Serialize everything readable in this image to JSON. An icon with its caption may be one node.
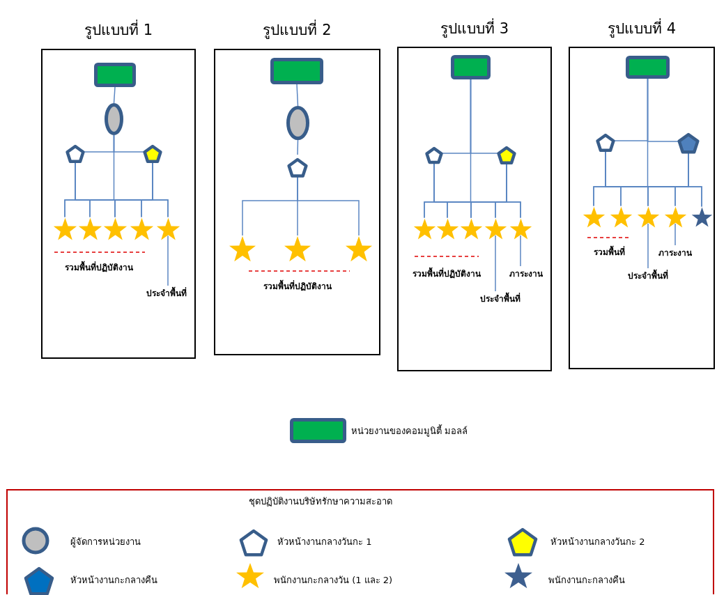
{
  "diagram": {
    "nodes": [
      {
        "text": [
          "รูปแบบที่ 1"
        ]
      },
      {
        "text": [],
        "shape": "box",
        "in": 0
      },
      {
        "text": [],
        "shape": "ellipse",
        "in": 0
      },
      {
        "text": [],
        "shape": "pentagon",
        "in": 0
      },
      {
        "text": [],
        "shape": "pentagon",
        "in": 0
      },
      {
        "text": [],
        "shape": "star",
        "in": 0
      },
      {
        "text": [],
        "shape": "star",
        "in": 0
      },
      {
        "text": [],
        "shape": "star",
        "in": 0
      },
      {
        "text": [],
        "shape": "star",
        "in": 0
      },
      {
        "text": [],
        "shape": "star",
        "in": 0
      },
      {
        "text": [
          "ประจำพื้นที่"
        ],
        "in": 0
      },
      {
        "text": [
          "รูปแบบที่ 2"
        ]
      },
      {
        "text": [],
        "shape": "box",
        "in": 11
      },
      {
        "text": [],
        "shape": "ellipse",
        "in": 11
      },
      {
        "text": [],
        "shape": "pentagon",
        "in": 11
      },
      {
        "text": [],
        "shape": "star",
        "in": 11
      },
      {
        "text": [],
        "shape": "star",
        "in": 11
      },
      {
        "text": [],
        "shape": "star",
        "in": 11
      },
      {
        "text": [
          "รูปแบบที่ 3"
        ]
      },
      {
        "text": [],
        "shape": "box",
        "in": 18
      },
      {
        "text": [],
        "shape": "pentagon",
        "in": 18
      },
      {
        "text": [],
        "shape": "pentagon",
        "in": 18
      },
      {
        "text": [],
        "shape": "star",
        "in": 18
      },
      {
        "text": [],
        "shape": "star",
        "in": 18
      },
      {
        "text": [],
        "shape": "star",
        "in": 18
      },
      {
        "text": [],
        "shape": "star",
        "in": 18
      },
      {
        "text": [],
        "shape": "star",
        "in": 18
      },
      {
        "text": [
          "ประจำพื้นที่"
        ],
        "in": 18
      },
      {
        "text": [
          "ภาระงาน"
        ],
        "in": 18
      },
      {
        "text": [
          "รูปแบบที่ 4"
        ]
      },
      {
        "text": [],
        "shape": "box",
        "in": 29
      },
      {
        "text": [],
        "shape": "pentagon",
        "in": 29
      },
      {
        "text": [],
        "shape": "pentagon",
        "in": 29
      },
      {
        "text": [],
        "shape": "star",
        "in": 29
      },
      {
        "text": [],
        "shape": "star",
        "in": 29
      },
      {
        "text": [],
        "shape": "star",
        "in": 29
      },
      {
        "text": [],
        "shape": "star",
        "in": 29
      },
      {
        "text": [],
        "shape": "star",
        "in": 29
      },
      {
        "text": [
          "ประจำพื้นที่"
        ],
        "in": 29
      },
      {
        "text": [
          "ภาระงาน"
        ],
        "in": 29
      }
    ],
    "edges": [
      {
        "from": 1,
        "to": 2,
        "arrow": "none"
      },
      {
        "from": 2,
        "to": 3,
        "arrow": "none"
      },
      {
        "from": 2,
        "to": 4,
        "arrow": "none"
      },
      {
        "from": 3,
        "to": 5,
        "arrow": "none"
      },
      {
        "from": 3,
        "to": 6,
        "arrow": "none"
      },
      {
        "from": 3,
        "to": 7,
        "arrow": "none"
      },
      {
        "from": 3,
        "to": 8,
        "arrow": "none"
      },
      {
        "from": 3,
        "to": 9,
        "arrow": "none"
      },
      {
        "from": 4,
        "to": 5,
        "arrow": "none"
      },
      {
        "from": 4,
        "to": 6,
        "arrow": "none"
      },
      {
        "from": 4,
        "to": 7,
        "arrow": "none"
      },
      {
        "from": 4,
        "to": 8,
        "arrow": "none"
      },
      {
        "from": 4,
        "to": 9,
        "arrow": "none"
      },
      {
        "from": 2,
        "to": 7,
        "arrow": "none"
      },
      {
        "from": 10,
        "to": 9,
        "arrow": "none"
      },
      {
        "from": 12,
        "to": 13,
        "arrow": "none"
      },
      {
        "from": 13,
        "to": 14,
        "arrow": "none"
      },
      {
        "from": 14,
        "to": 15,
        "arrow": "none"
      },
      {
        "from": 14,
        "to": 16,
        "arrow": "none"
      },
      {
        "from": 14,
        "to": 17,
        "arrow": "none"
      },
      {
        "from": 19,
        "to": 20,
        "arrow": "none"
      },
      {
        "from": 19,
        "to": 21,
        "arrow": "none"
      },
      {
        "from": 20,
        "to": 22,
        "arrow": "none"
      },
      {
        "from": 20,
        "to": 23,
        "arrow": "none"
      },
      {
        "from": 20,
        "to": 24,
        "arrow": "none"
      },
      {
        "from": 20,
        "to": 25,
        "arrow": "none"
      },
      {
        "from": 20,
        "to": 26,
        "arrow": "none"
      },
      {
        "from": 21,
        "to": 22,
        "arrow": "none"
      },
      {
        "from": 21,
        "to": 23,
        "arrow": "none"
      },
      {
        "from": 21,
        "to": 24,
        "arrow": "none"
      },
      {
        "from": 21,
        "to": 25,
        "arrow": "none"
      },
      {
        "from": 21,
        "to": 26,
        "arrow": "none"
      },
      {
        "from": 19,
        "to": 24,
        "arrow": "none"
      },
      {
        "from": 27,
        "to": 25,
        "arrow": "none"
      },
      {
        "from": 28,
        "to": 26,
        "arrow": "none"
      },
      {
        "from": 30,
        "to": 31,
        "arrow": "none"
      },
      {
        "from": 30,
        "to": 32,
        "arrow": "none"
      },
      {
        "from": 31,
        "to": 33,
        "arrow": "none"
      },
      {
        "from": 31,
        "to": 34,
        "arrow": "none"
      },
      {
        "from": 31,
        "to": 35,
        "arrow": "none"
      },
      {
        "from": 31,
        "to": 36,
        "arrow": "none"
      },
      {
        "from": 31,
        "to": 37,
        "arrow": "none"
      },
      {
        "from": 32,
        "to": 33,
        "arrow": "none"
      },
      {
        "from": 32,
        "to": 34,
        "arrow": "none"
      },
      {
        "from": 32,
        "to": 35,
        "arrow": "none"
      },
      {
        "from": 32,
        "to": 36,
        "arrow": "none"
      },
      {
        "from": 32,
        "to": 37,
        "arrow": "none"
      },
      {
        "from": 30,
        "to": 35,
        "arrow": "none"
      },
      {
        "from": 38,
        "to": 35,
        "arrow": "none"
      },
      {
        "from": 39,
        "to": 36,
        "arrow": "none"
      }
    ],
    "labels": [
      "รวมพื้นที่ปฏิบัติงาน",
      "รวมพื้นที่ปฏิบัติงาน",
      "รวมพื้นที่ปฏิบัติงาน",
      "รวมพื้นที่",
      "ชุดปฏิบัติงานบริษัทรักษาความสะอาด"
    ],
    "legend": [
      {
        "text": "หน่วยงานของคอมมูนิตี้ มอลล์"
      },
      {
        "text": "ผู้จัดการหน่วยงาน"
      },
      {
        "text": "หัวหน้างานกลางวันกะ 1"
      },
      {
        "text": "หัวหน้างานกลางวันกะ 2"
      },
      {
        "text": "หัวหน้างานกะกลางคืน"
      },
      {
        "text": "พนักงานกะกลางวัน (1 และ 2)"
      },
      {
        "text": "พนักงานกะกลางคืน"
      }
    ]
  }
}
